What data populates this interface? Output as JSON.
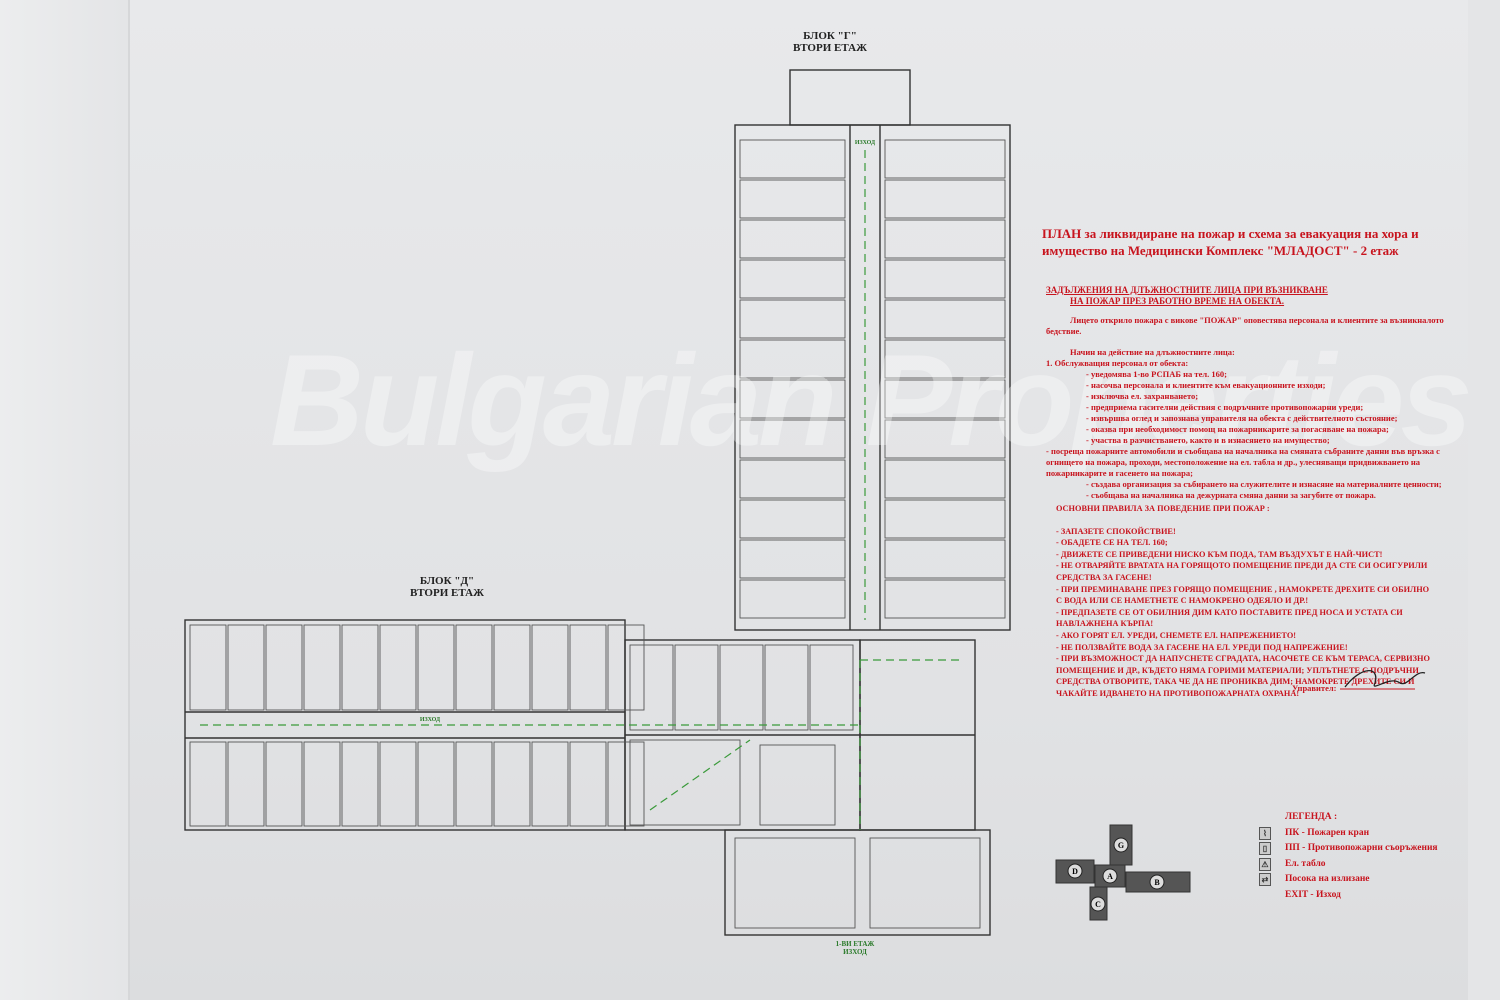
{
  "block_g": {
    "name": "БЛОК \"Г\"",
    "floor": "ВТОРИ ЕТАЖ"
  },
  "block_d": {
    "name": "БЛОК \"Д\"",
    "floor": "ВТОРИ ЕТАЖ"
  },
  "exit_bottom": {
    "floor": "1-ВИ ЕТАЖ",
    "label": "ИЗХОД"
  },
  "exit_label": "ИЗХОД",
  "title": "ПЛАН за ликвидиране на пожар и схема за евакуация на хора и имущество на Медицински Комплекс \"МЛАДОСТ\" - 2 етаж",
  "duties": {
    "heading1": "ЗАДЪЛЖЕНИЯ НА ДЛЪЖНОСТНИТЕ ЛИЦА ПРИ ВЪЗНИКВАНЕ",
    "heading2": "НА ПОЖАР ПРЕЗ РАБОТНО ВРЕМЕ НА ОБЕКТА.",
    "intro": "Лицето открило пожара с викове \"ПОЖАР\" оповестява персонала и клиентите за възникналото бедствие.",
    "order": "Начин на действие на длъжностните лица:",
    "item1": "1. Обслужващия персонал от обекта:",
    "lines": [
      "- уведомява 1-во РСПАБ на тел. 160;",
      "- насочва персонала и клиентите към евакуационните изходи;",
      "- изключва ел. захранването;",
      "- предприема гасителни действия с подръчните противопожарни уреди;",
      "- извършва оглед и запознава управителя на обекта с действителното състояние;",
      "- оказва при необходимост помощ на пожарникарите за погасяване на пожара;",
      "- участва в разчистването, както и в изнасянето на имущество;",
      "- посреща пожарните автомобили и съобщава на началника на смяната събраните данни във връзка с огнището на пожара, проходи, местоположение на ел. табла и др., улесняващи придвижването на пожарникарите и гасенето на пожара;",
      "- създава организация за събирането на служителите и изнасяне на материалните ценности;",
      "- съобщава на началника на дежурната смяна данни за загубите от пожара."
    ]
  },
  "rules": {
    "heading": "ОСНОВНИ ПРАВИЛА ЗА ПОВЕДЕНИЕ ПРИ ПОЖАР :",
    "lines": [
      "- ЗАПАЗЕТЕ СПОКОЙСТВИЕ!",
      "- ОБАДЕТЕ СЕ НА ТЕЛ. 160;",
      "- ДВИЖЕТЕ СЕ ПРИВЕДЕНИ НИСКО КЪМ ПОДА, ТАМ ВЪЗДУХЪТ Е НАЙ-ЧИСТ!",
      "- НЕ ОТВАРЯЙТЕ ВРАТАТА НА ГОРЯЩОТО ПОМЕЩЕНИЕ ПРЕДИ ДА СТЕ СИ ОСИГУРИЛИ СРЕДСТВА ЗА ГАСЕНЕ!",
      "- ПРИ ПРЕМИНАВАНЕ ПРЕЗ ГОРЯЩО ПОМЕЩЕНИЕ , НАМОКРЕТЕ ДРЕХИТЕ СИ ОБИЛНО С ВОДА ИЛИ СЕ НАМЕТНЕТЕ С НАМОКРЕНО ОДЕЯЛО И ДР.!",
      "- ПРЕДПАЗЕТЕ СЕ ОТ ОБИЛНИЯ ДИМ КАТО ПОСТАВИТЕ ПРЕД НОСА И УСТАТА СИ НАВЛАЖНЕНА КЪРПА!",
      "- АКО ГОРЯТ ЕЛ. УРЕДИ, СНЕМЕТЕ ЕЛ. НАПРЕЖЕНИЕТО!",
      "- НЕ ПОЛЗВАЙТЕ ВОДА ЗА ГАСЕНЕ НА ЕЛ. УРЕДИ ПОД НАПРЕЖЕНИЕ!",
      "- ПРИ ВЪЗМОЖНОСТ ДА НАПУСНЕТЕ СГРАДАТА, НАСОЧЕТЕ СЕ КЪМ ТЕРАСА, СЕРВИЗНО ПОМЕЩЕНИЕ И ДР., КЪДЕТО НЯМА ГОРИМИ МАТЕРИАЛИ; УПЛЪТНЕТЕ С ПОДРЪЧНИ СРЕДСТВА ОТВОРИТЕ, ТАКА ЧЕ ДА НЕ ПРОНИКВА ДИМ; НАМОКРЕТЕ ДРЕХИТЕ СИ И ЧАКАЙТЕ ИДВАНЕТО НА ПРОТИВОПОЖАРНАТА ОХРАНА!"
    ]
  },
  "manager_label": "Управител:",
  "legend": {
    "title": "ЛЕГЕНДА :",
    "items": [
      {
        "icon": "fire-hose-icon",
        "label": "ПК - Пожарен кран"
      },
      {
        "icon": "extinguisher-icon",
        "label": "ПП - Противопожарни съоръжения"
      },
      {
        "icon": "electric-panel-icon",
        "label": "Ел. табло"
      },
      {
        "icon": "exit-direction-icon",
        "label": "Посока на излизане"
      },
      {
        "label": "EXIT - Изход"
      }
    ]
  },
  "key_map": {
    "blocks": [
      "D",
      "A",
      "B",
      "G",
      "C"
    ]
  },
  "watermark": "Bulgarian Properties",
  "colors": {
    "text_red": "#c8141e",
    "route_green": "#3a9a3a",
    "plan_line": "#333333"
  }
}
